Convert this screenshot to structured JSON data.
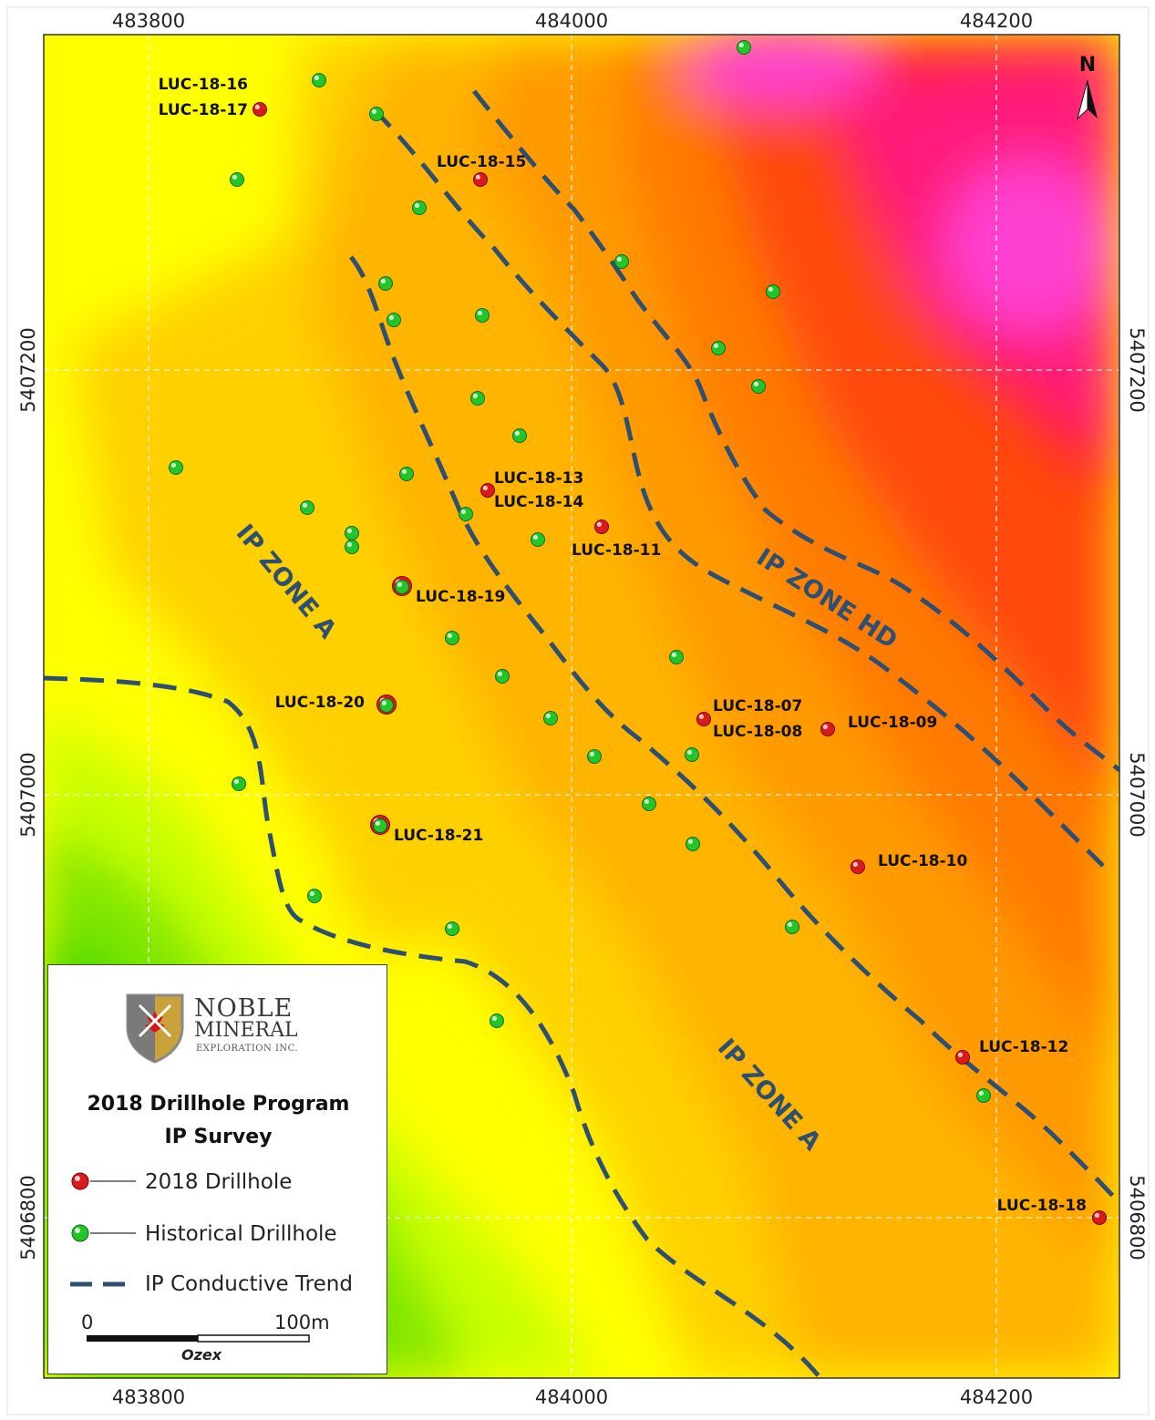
{
  "map": {
    "x_ticks": [
      "483800",
      "484000",
      "484200"
    ],
    "y_ticks": [
      "5407200",
      "5407000",
      "5406800"
    ],
    "north_label": "N",
    "zone_labels": [
      "IP ZONE A",
      "IP ZONE HD",
      "IP ZONE A"
    ],
    "drillholes_2018": [
      {
        "id": "LUC-18-16"
      },
      {
        "id": "LUC-18-17"
      },
      {
        "id": "LUC-18-15"
      },
      {
        "id": "LUC-18-13"
      },
      {
        "id": "LUC-18-14"
      },
      {
        "id": "LUC-18-11"
      },
      {
        "id": "LUC-18-19"
      },
      {
        "id": "LUC-18-20"
      },
      {
        "id": "LUC-18-07"
      },
      {
        "id": "LUC-18-08"
      },
      {
        "id": "LUC-18-09"
      },
      {
        "id": "LUC-18-21"
      },
      {
        "id": "LUC-18-10"
      },
      {
        "id": "LUC-18-12"
      },
      {
        "id": "LUC-18-18"
      }
    ],
    "colors": {
      "drillhole_2018": "#d81b1b",
      "historical": "#22c52a",
      "trend": "#2c4f73",
      "ramp": [
        "#00c800",
        "#7ee600",
        "#c8ff00",
        "#ffff00",
        "#ffd700",
        "#ffb000",
        "#ff8c00",
        "#ff5a00",
        "#ff1a1a",
        "#ff1493",
        "#ff00ff"
      ]
    }
  },
  "legend": {
    "logo_line1": "NOBLE",
    "logo_line2": "MINERAL",
    "logo_line3": "EXPLORATION INC.",
    "title_line1": "2018 Drillhole Program",
    "title_line2": "IP Survey",
    "item_drill_2018": "2018 Drillhole",
    "item_historical": "Historical Drillhole",
    "item_trend": "IP Conductive Trend",
    "scale_start": "0",
    "scale_end": "100m",
    "credit": "Ozex"
  }
}
